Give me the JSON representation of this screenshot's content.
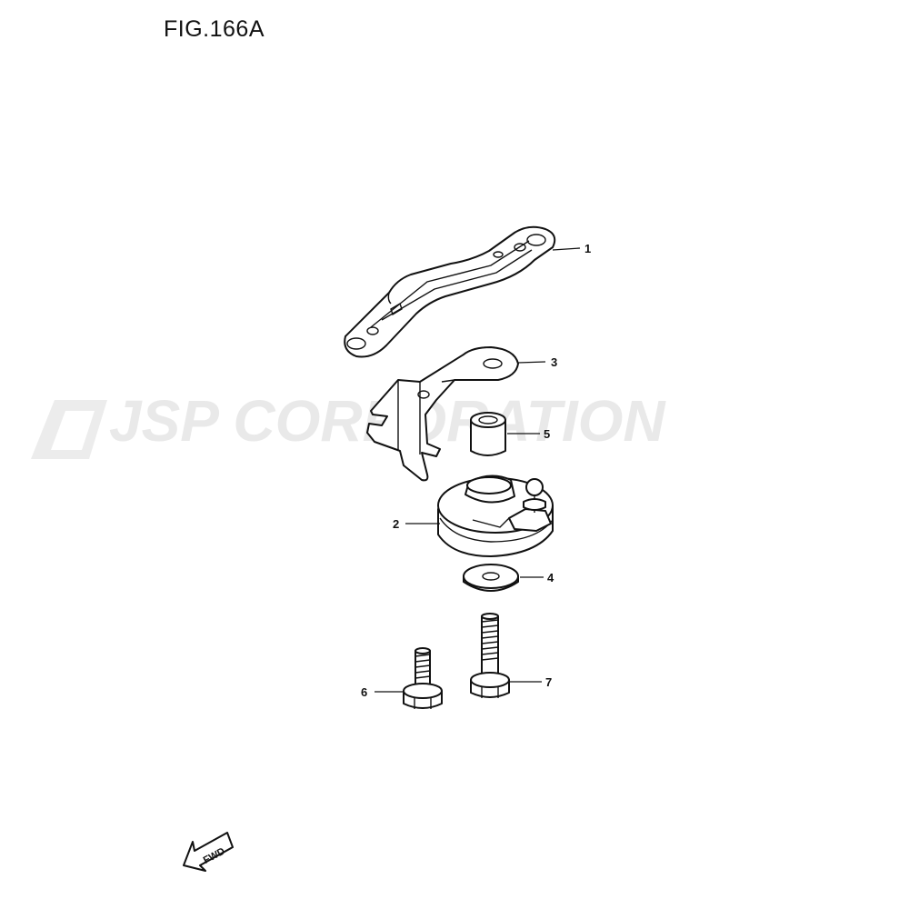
{
  "figure": {
    "title": "FIG.166A",
    "watermark": "JSP CORPORATION",
    "fwd_label": "FWD"
  },
  "parts": [
    {
      "ref": "1",
      "shape": "link-arm"
    },
    {
      "ref": "3",
      "shape": "bracket"
    },
    {
      "ref": "5",
      "shape": "collar"
    },
    {
      "ref": "2",
      "shape": "lever-cam"
    },
    {
      "ref": "4",
      "shape": "washer"
    },
    {
      "ref": "6",
      "shape": "short-bolt"
    },
    {
      "ref": "7",
      "shape": "long-bolt"
    }
  ],
  "colors": {
    "ink": "#111111",
    "watermark": "#e9e9e9",
    "background": "#ffffff"
  }
}
